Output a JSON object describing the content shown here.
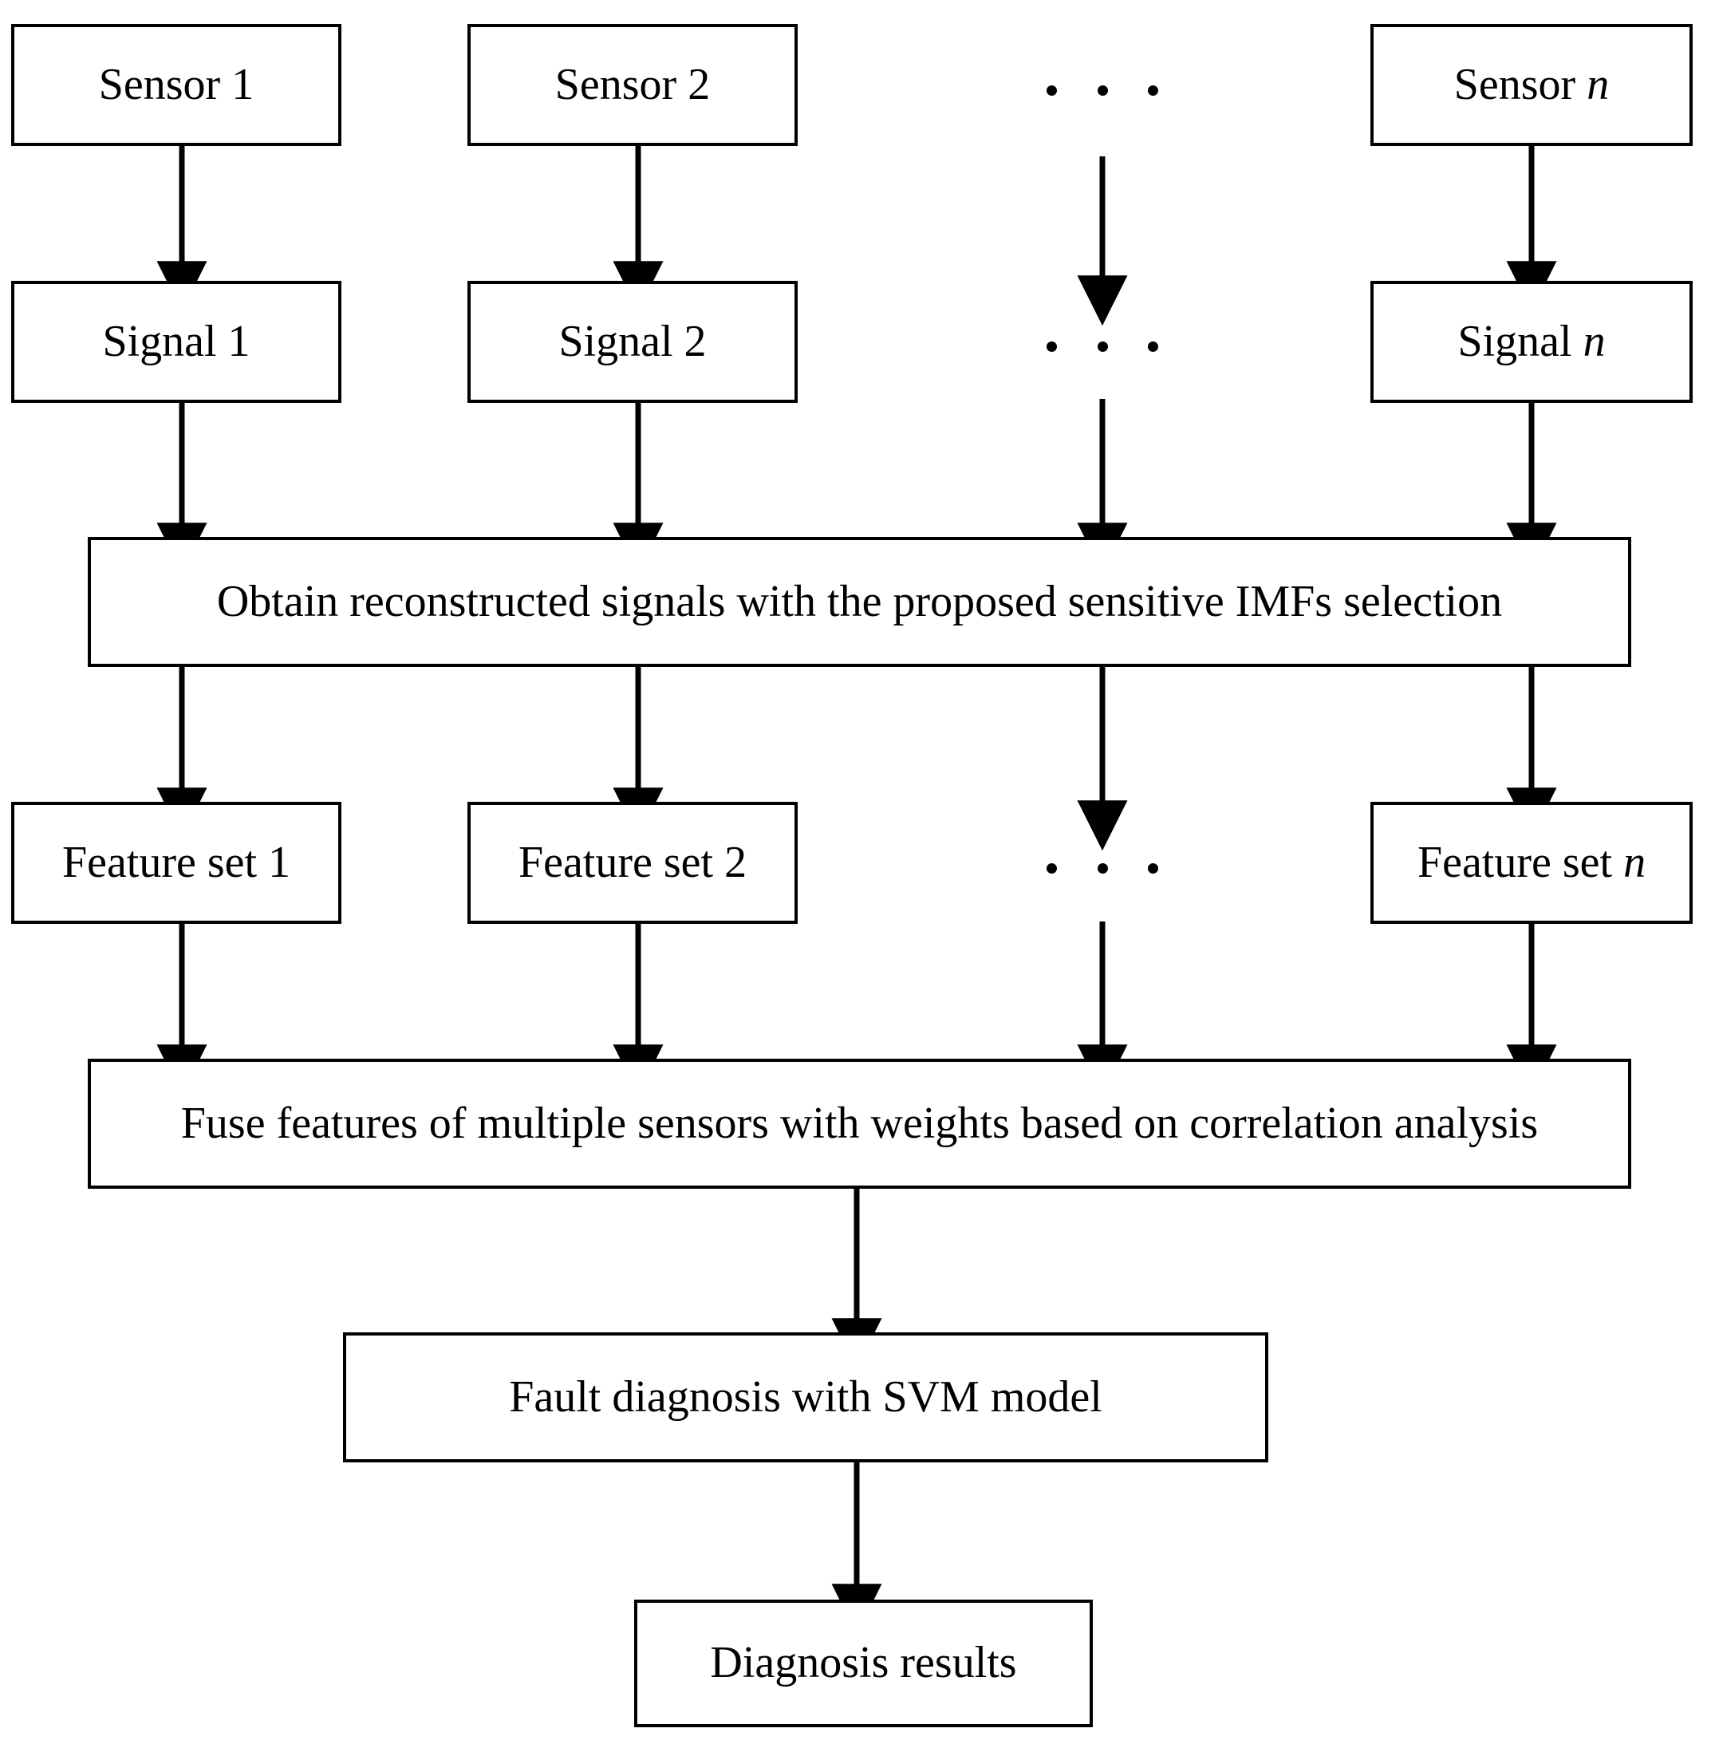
{
  "diagram": {
    "title": "Multi-sensor fault diagnosis flowchart",
    "colors": {
      "stroke": "#000000",
      "fill": "#ffffff",
      "text": "#000000"
    },
    "nodes": {
      "sensor_1": {
        "label": "Sensor  1"
      },
      "sensor_2": {
        "label": "Sensor  2"
      },
      "sensor_n_prefix": {
        "label": "Sensor  "
      },
      "sensor_n_index": {
        "label": "n"
      },
      "signal_1": {
        "label": "Signal  1"
      },
      "signal_2": {
        "label": "Signal  2"
      },
      "signal_n_prefix": {
        "label": "Signal  "
      },
      "signal_n_index": {
        "label": "n"
      },
      "obtain": {
        "label": "Obtain reconstructed signals with the proposed sensitive IMFs selection"
      },
      "feature_set_1": {
        "label": "Feature set  1"
      },
      "feature_set_2": {
        "label": "Feature set  2"
      },
      "feature_set_n_prefix": {
        "label": "Feature set  "
      },
      "feature_set_n_index": {
        "label": "n"
      },
      "fuse": {
        "label": "Fuse features of multiple sensors with weights based on correlation analysis"
      },
      "fault_diagnosis": {
        "label": "Fault diagnosis with  SVM model"
      },
      "diagnosis_results": {
        "label": "Diagnosis results"
      }
    },
    "ellipses": {
      "sensor_row": {
        "dots": 3
      },
      "signal_row": {
        "dots": 3
      },
      "feature_row": {
        "dots": 3
      }
    }
  }
}
